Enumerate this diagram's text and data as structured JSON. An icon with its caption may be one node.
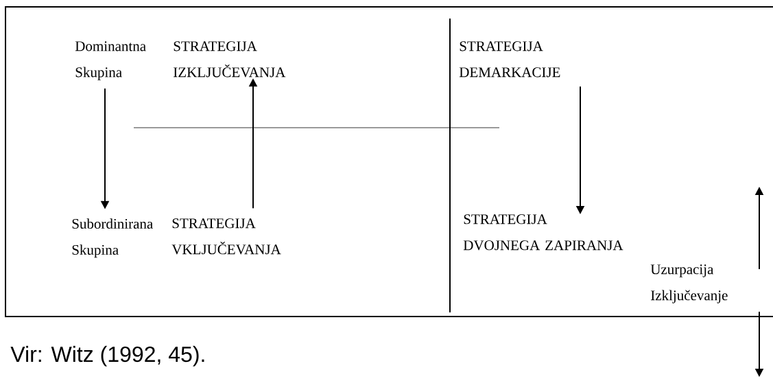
{
  "diagram": {
    "caption": "Vir: Witz (1992, 45).",
    "nodes": [
      {
        "text": [],
        "shape": "box"
      },
      {
        "text": [
          "Dominantna Skupina"
        ],
        "in": 0
      },
      {
        "text": [
          "STRATEGIJA IZKLJUČEVANJA"
        ],
        "in": 0
      },
      {
        "text": [
          "STRATEGIJA DEMARKACIJE"
        ],
        "in": 0
      },
      {
        "text": [
          "Subordinirana Skupina"
        ],
        "in": 0
      },
      {
        "text": [
          "STRATEGIJA VKLJUČEVANJA"
        ],
        "in": 0
      },
      {
        "text": [
          "STRATEGIJA DVOJNEGA ZAPIRANJA"
        ],
        "in": 0
      },
      {
        "text": [
          "Uzurpacija Izključevanje"
        ],
        "in": 0
      }
    ],
    "edges": [
      {
        "from": 1,
        "to": 4,
        "arrow": "to"
      },
      {
        "from": 5,
        "to": 2,
        "arrow": "to"
      },
      {
        "from": 3,
        "to": 6,
        "arrow": "to"
      }
    ]
  }
}
